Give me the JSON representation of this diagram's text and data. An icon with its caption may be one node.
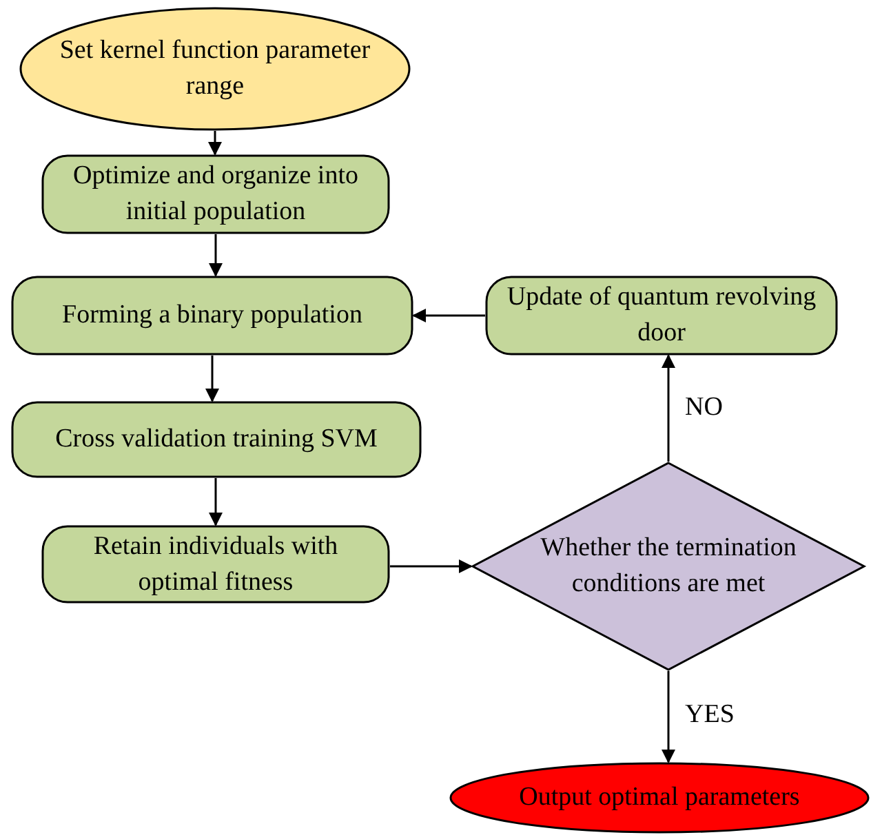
{
  "diagram": {
    "nodes": [
      {
        "text": [
          "Set kernel function parameter range"
        ]
      },
      {
        "text": [
          "Optimize and organize into initial population"
        ]
      },
      {
        "text": [
          "Forming a binary population"
        ]
      },
      {
        "text": [
          "Cross validation training SVM"
        ]
      },
      {
        "text": [
          "Retain individuals with optimal fitness"
        ]
      },
      {
        "text": [
          "Whether the termination conditions are met"
        ]
      },
      {
        "text": [
          "Update of quantum revolving door"
        ]
      },
      {
        "text": [
          "Output optimal parameters"
        ]
      }
    ],
    "edges": [
      {
        "from": 0,
        "to": 1,
        "arrow": "to"
      },
      {
        "from": 1,
        "to": 2,
        "arrow": "to"
      },
      {
        "from": 2,
        "to": 3,
        "arrow": "to"
      },
      {
        "from": 3,
        "to": 4,
        "arrow": "to"
      },
      {
        "from": 4,
        "to": 5,
        "arrow": "to"
      },
      {
        "from": 5,
        "to": 6,
        "arrow": "to",
        "label": "NO"
      },
      {
        "from": 6,
        "to": 2,
        "arrow": "to"
      },
      {
        "from": 5,
        "to": 7,
        "arrow": "to",
        "label": "YES"
      }
    ]
  }
}
